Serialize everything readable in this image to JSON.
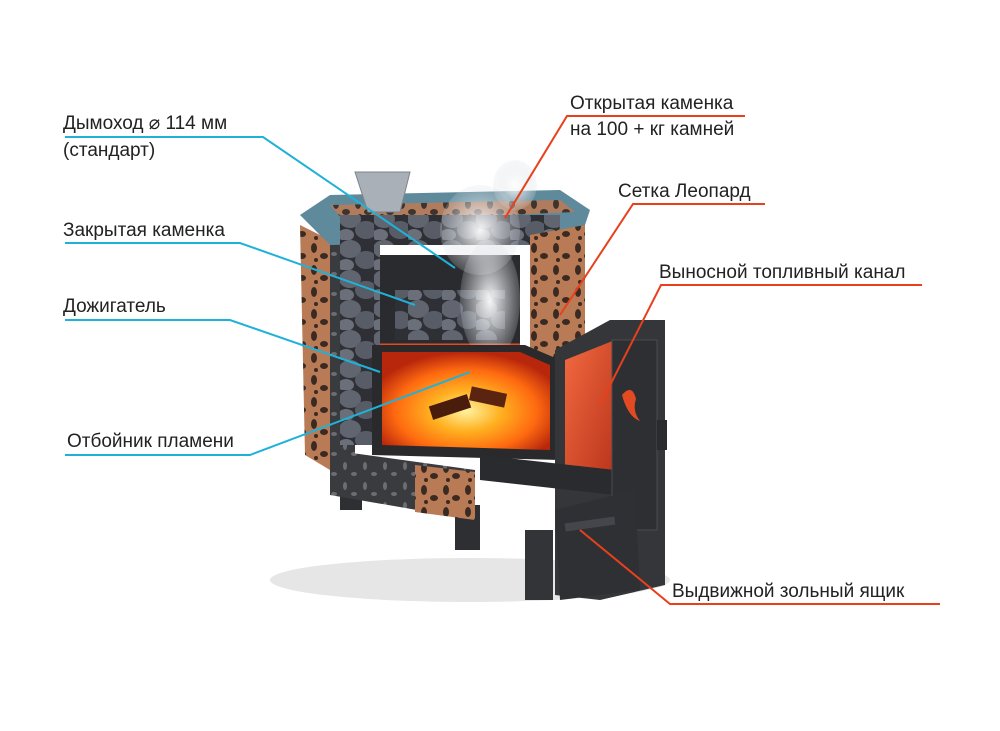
{
  "diagram": {
    "subject": "Sauna stove cutaway",
    "colors": {
      "left_leader": "#1fb2d8",
      "right_leader": "#e8401c",
      "text": "#222222",
      "body_dark": "#3a3b3e",
      "copper_mesh": "#b97a56",
      "top_plate": "#5f8a9c",
      "stones": "#5a5f6b",
      "fire": "#ff7a12",
      "glow": "#e24a22"
    },
    "labels_left": [
      {
        "id": "chimney",
        "line1": "Дымоход  ⌀ 114 мм",
        "line2": "(стандарт)"
      },
      {
        "id": "closed-heater",
        "line1": "Закрытая каменка"
      },
      {
        "id": "afterburner",
        "line1": "Дожигатель"
      },
      {
        "id": "flame-deflector",
        "line1": "Отбойник пламени"
      }
    ],
    "labels_right": [
      {
        "id": "open-heater",
        "line1": "Открытая каменка",
        "line2": "на 100 + кг камней"
      },
      {
        "id": "leopard-mesh",
        "line1": "Сетка Леопард"
      },
      {
        "id": "remote-fuel-channel",
        "line1": "Выносной топливный канал"
      },
      {
        "id": "ash-drawer",
        "line1": "Выдвижной зольный ящик"
      }
    ]
  }
}
